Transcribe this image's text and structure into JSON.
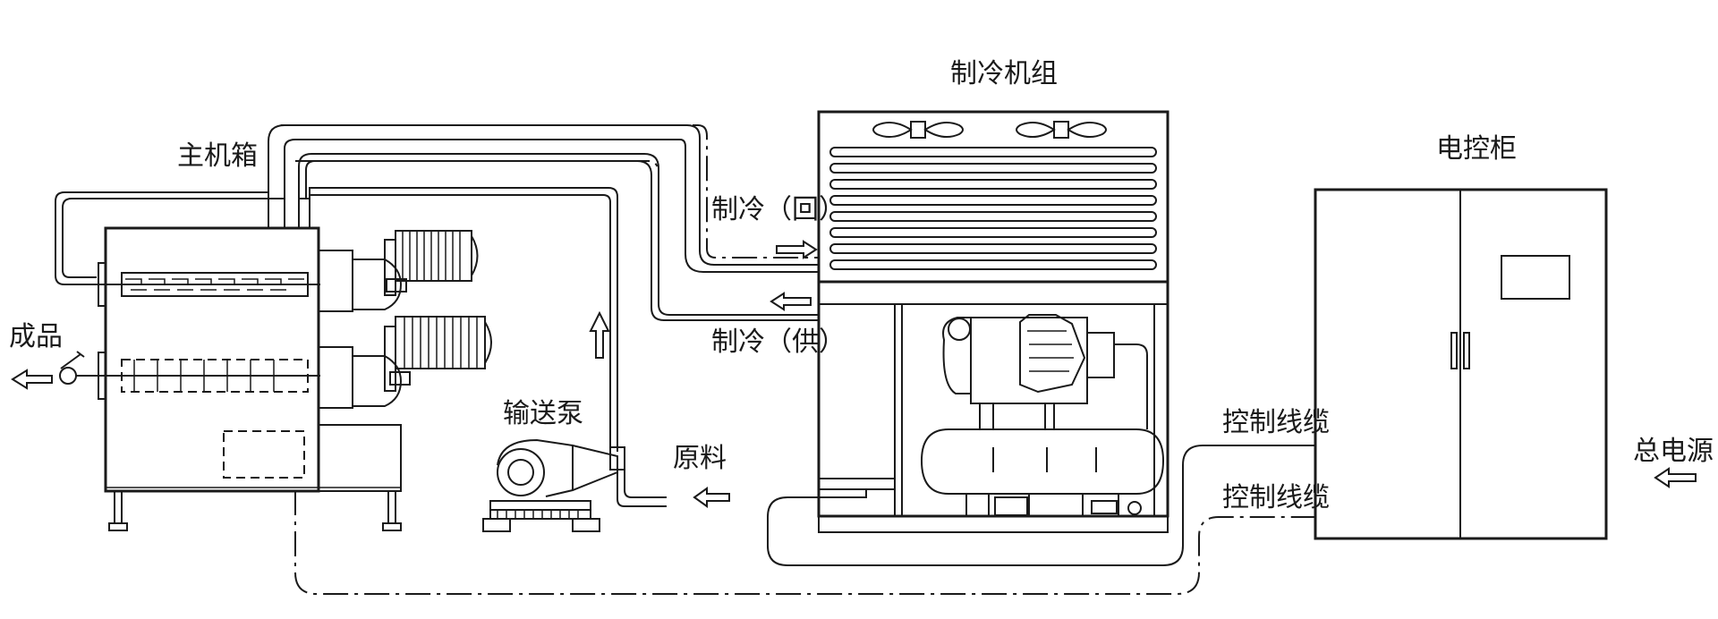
{
  "labels": {
    "refrigeration_unit": "制冷机组",
    "main_box": "主机箱",
    "control_cabinet": "电控柜",
    "product": "成品",
    "cooling_return": "制冷（回）",
    "cooling_supply": "制冷（供）",
    "transfer_pump": "输送泵",
    "raw_material": "原料",
    "control_cable_1": "控制线缆",
    "control_cable_2": "控制线缆",
    "main_power": "总电源"
  },
  "colors": {
    "line": "#1a1a1a",
    "background": "#ffffff"
  }
}
